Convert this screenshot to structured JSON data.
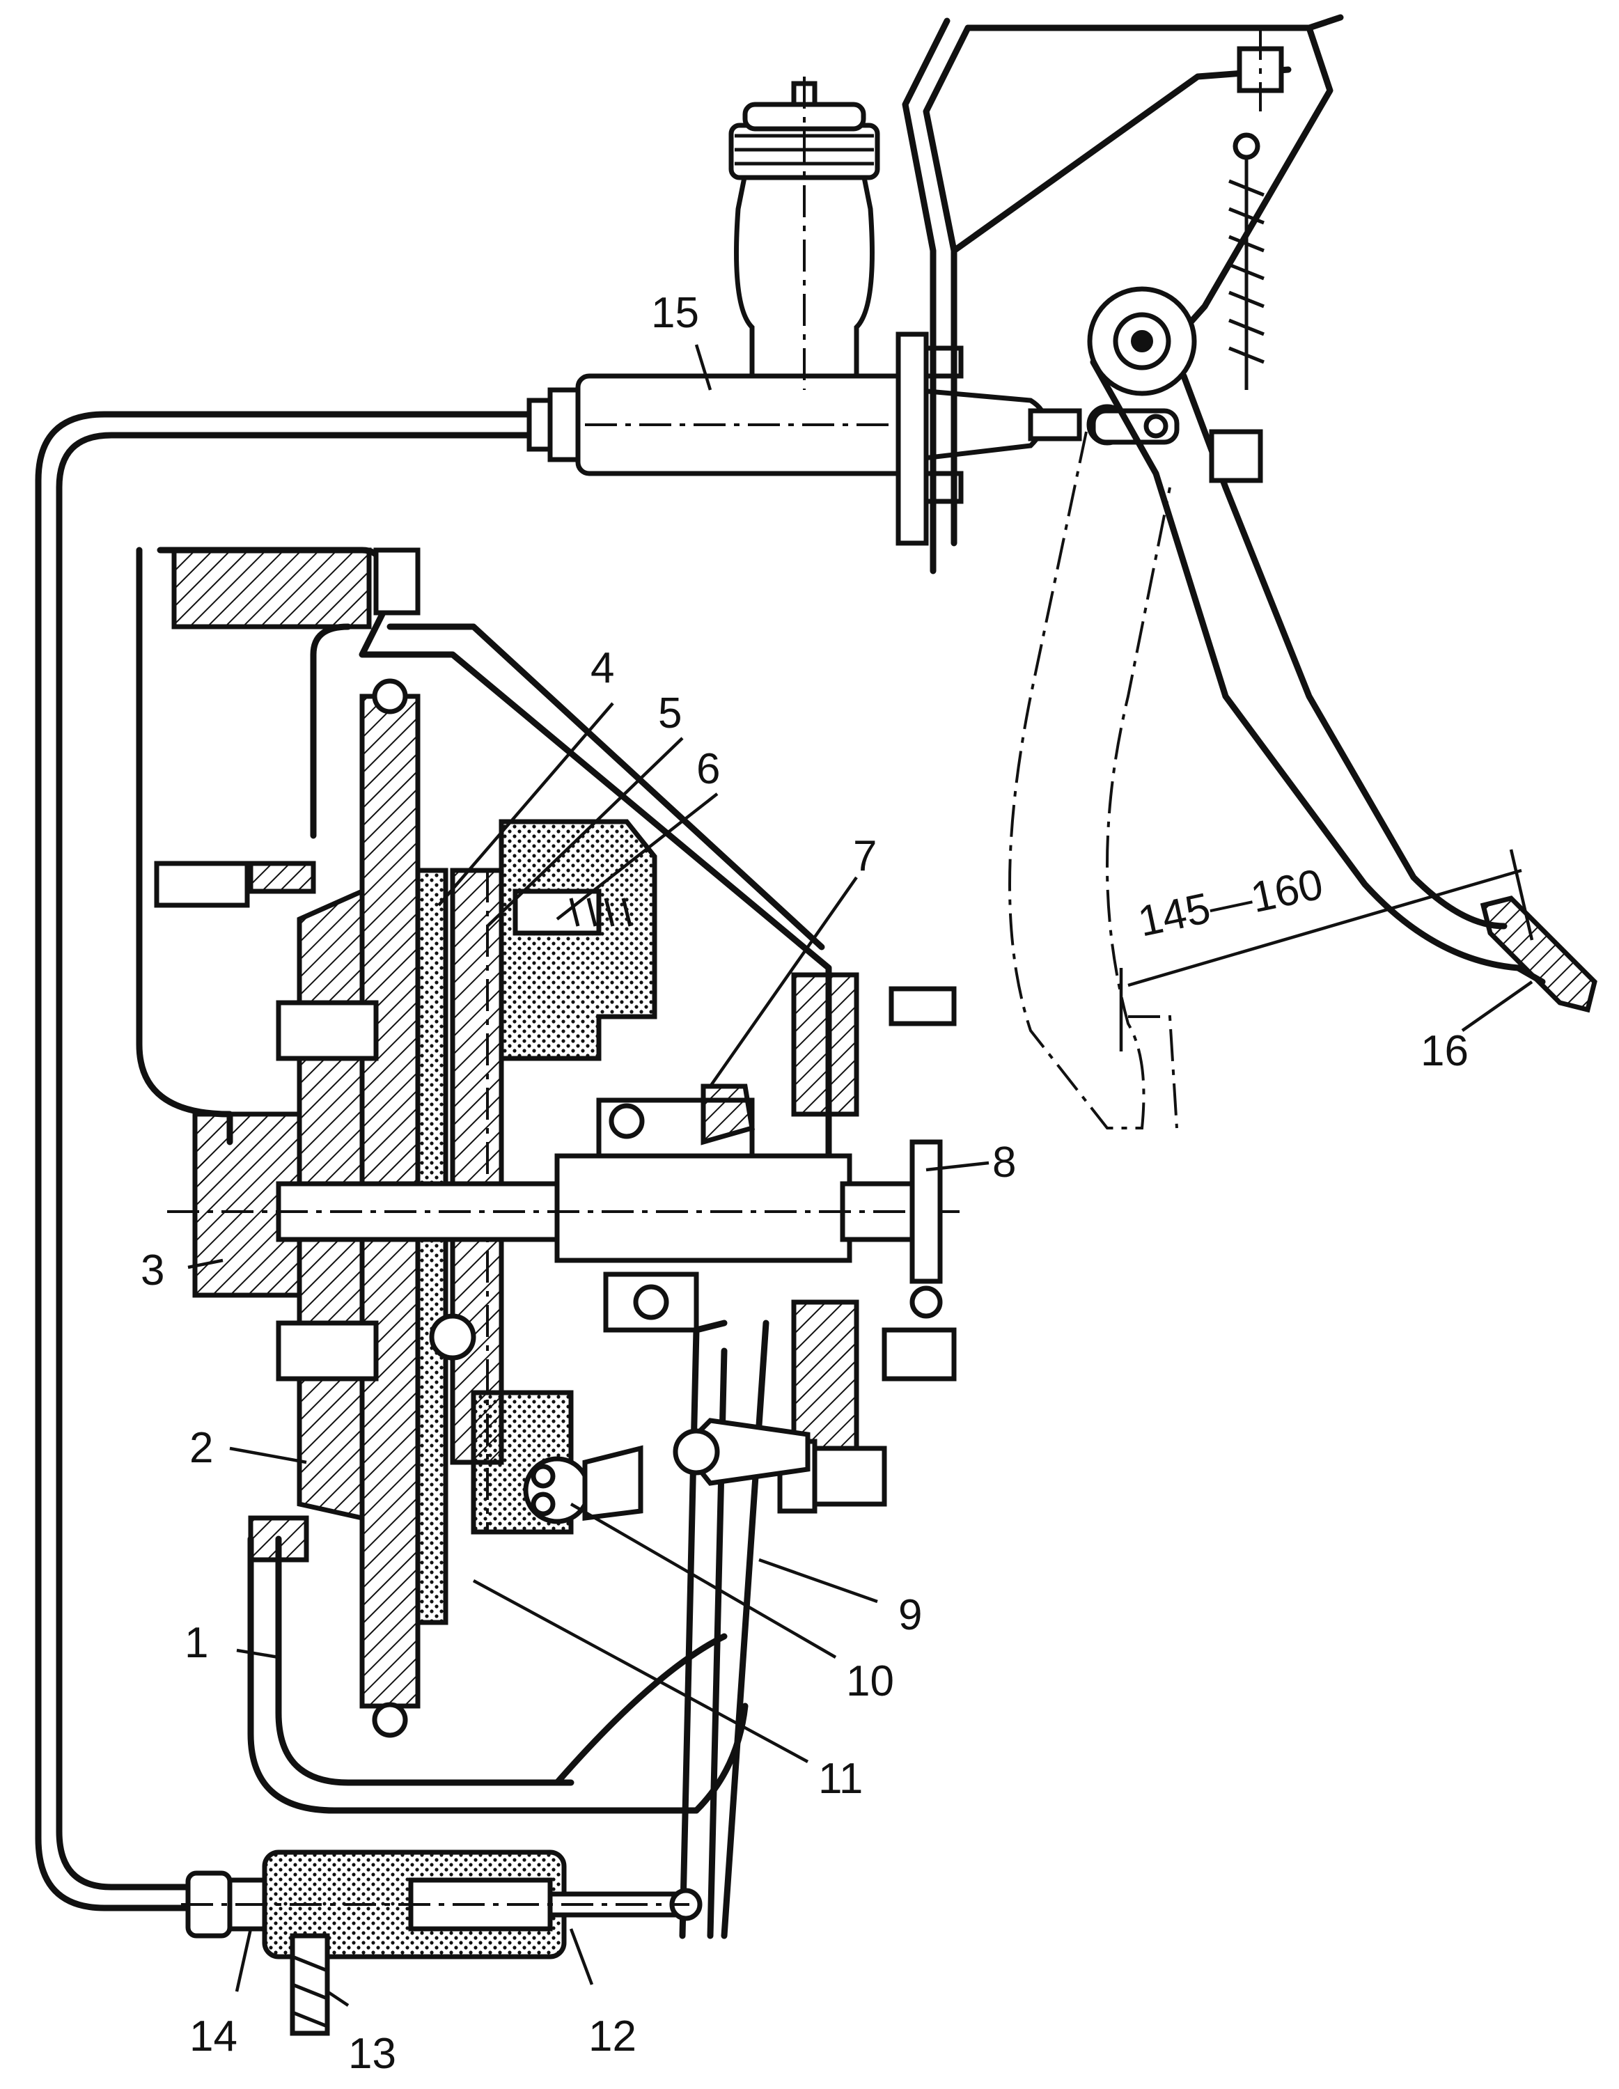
{
  "labels": {
    "l1": "1",
    "l2": "2",
    "l3": "3",
    "l4": "4",
    "l5": "5",
    "l6": "6",
    "l7": "7",
    "l8": "8",
    "l9": "9",
    "l10": "10",
    "l11": "11",
    "l12": "12",
    "l13": "13",
    "l14": "14",
    "l15": "15",
    "l16": "16"
  },
  "dimension": {
    "pedal_travel": "145—160"
  },
  "colors": {
    "ink": "#111111",
    "paper": "#ffffff"
  }
}
